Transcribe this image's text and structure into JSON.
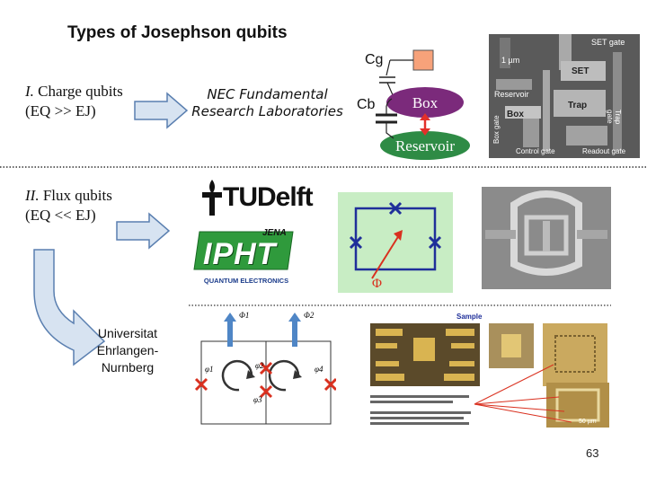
{
  "slide": {
    "title": "Types of Josephson qubits",
    "page_number": "63"
  },
  "charge": {
    "label_line1_roman": "I.",
    "label_line1_text": " Charge qubits",
    "label_line2": "(EQ >> EJ)",
    "institution_line1": "NEC Fundamental",
    "institution_line2": "Research Laboratories",
    "diagram": {
      "cg_label": "Cg",
      "cb_label": "Cb",
      "box_label": "Box",
      "reservoir_label": "Reservoir"
    },
    "micrograph": {
      "set_gate": "SET gate",
      "scale": "1 µm",
      "set": "SET",
      "reservoir": "Reservoir",
      "trap": "Trap",
      "box": "Box",
      "control_gate": "Control gate",
      "readout_gate": "Readout gate",
      "trap_gate": "Trap gate",
      "box_gate": "Box gate"
    }
  },
  "flux": {
    "label_line1_roman": "II.",
    "label_line1_text": " Flux qubits",
    "label_line2": "(EQ << EJ)",
    "logo_tudelft": "TUDelft",
    "logo_jena": "JENA",
    "logo_ipht": "IPHT",
    "logo_ipht_sub": "QUANTUM ELECTRONICS",
    "phi_label": "Φ",
    "university": [
      "Universitat",
      "Ehrlangen-",
      "Nurnberg"
    ],
    "circuit": {
      "phi1": "Φ1",
      "phi2": "Φ2",
      "phi_l1": "φ1",
      "phi_l2": "φ2",
      "phi_l3": "φ3",
      "phi_l4": "φ4"
    },
    "sample": {
      "sample": "Sample",
      "scale": "50 µm"
    }
  },
  "colors": {
    "arrow_fill": "#d7e3f1",
    "arrow_stroke": "#5a7fb0",
    "box_purple": "#7b2a7b",
    "reservoir_green": "#2e8b45",
    "gate_orange": "#f7a27a",
    "red_mark": "#d9301f",
    "loop_blue": "#1f2f9a"
  }
}
